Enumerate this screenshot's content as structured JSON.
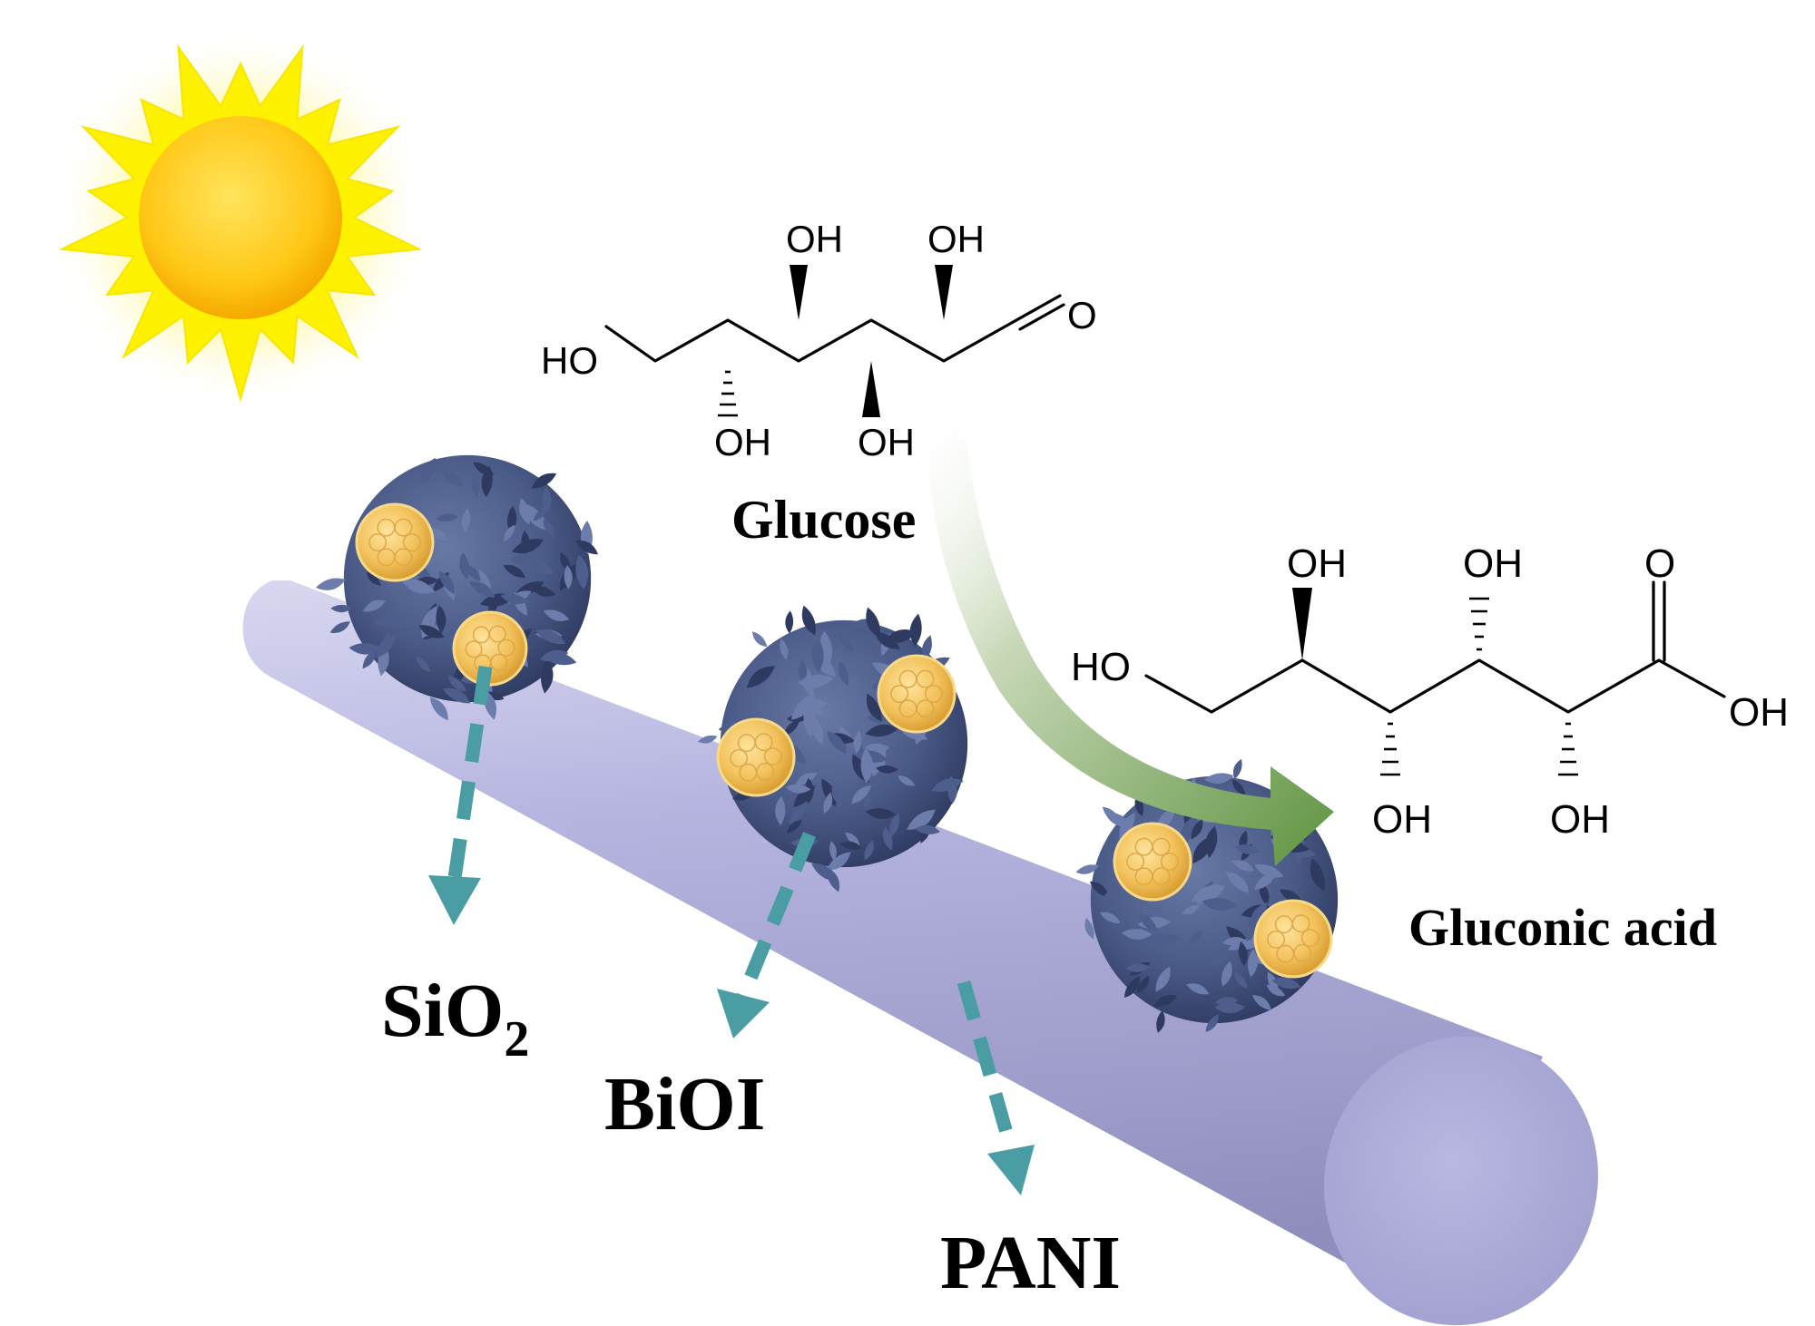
{
  "labels": {
    "glucose": "Glucose",
    "gluconic_acid": "Gluconic acid",
    "sio2_main": "SiO",
    "sio2_sub": "2",
    "bioi": "BiOI",
    "pani": "PANI"
  },
  "glucose_atoms": {
    "ho": "HO",
    "oh_top_1": "OH",
    "oh_top_2": "OH",
    "oh_bottom_1": "OH",
    "oh_bottom_2": "OH",
    "o": "O"
  },
  "gluconic_atoms": {
    "ho": "HO",
    "oh_top_1": "OH",
    "oh_top_2": "OH",
    "o_top": "O",
    "oh_right": "OH",
    "oh_bottom_1": "OH",
    "oh_bottom_2": "OH"
  },
  "colors": {
    "sun_rays": "#FFF200",
    "sun_core": "#FFC20E",
    "rod": "#A9A8D6",
    "flower": "#4A5A86",
    "nanoparticle": "#F1C25E",
    "dashed_arrow": "#4A9DA2",
    "reaction_arrow": "#6E9E50"
  }
}
